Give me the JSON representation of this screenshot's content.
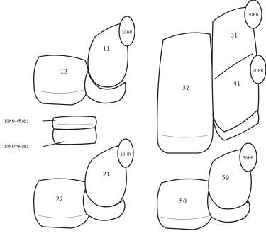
{
  "diagram": {
    "row2": {
      "cushion_label": "12",
      "back_label": "11",
      "headrest_label": "10HR"
    },
    "center": {
      "label_top": "10HR中央(右)",
      "label_bottom": "10HR中央(左)"
    },
    "row2b": {
      "headrest_label": "10HR",
      "back_label": "21",
      "cushion_label": "22"
    },
    "bench": {
      "cushion_label": "32",
      "upper_back_label": "31",
      "lower_back_label": "41",
      "upper_headrest_label": "30HR",
      "lower_headrest_label": "20HR"
    },
    "row3": {
      "headrest_label": "30HR",
      "back_label": "59",
      "cushion_label": "50"
    }
  }
}
